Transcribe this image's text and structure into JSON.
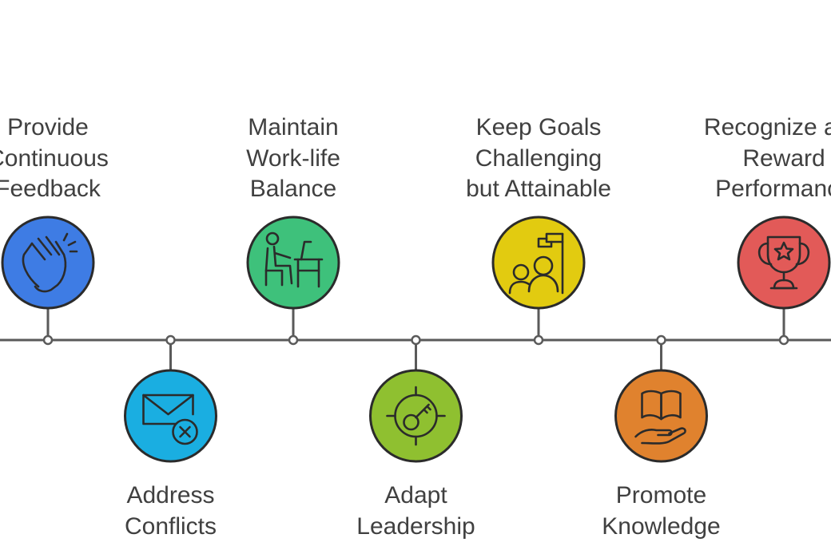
{
  "timeline": {
    "line_color": "#5a5a5a",
    "circle_stroke": "#2b2b2b",
    "milestones": [
      {
        "id": "provide-continuous-feedback",
        "lines": [
          "Provide",
          "Continuous",
          "Feedback"
        ],
        "color": "#3e7ce4",
        "icon": "clapping-hands-icon",
        "side": "top"
      },
      {
        "id": "address-conflicts",
        "lines": [
          "Address",
          "Conflicts"
        ],
        "color": "#1aaee1",
        "icon": "envelope-x-icon",
        "side": "bottom"
      },
      {
        "id": "maintain-work-life-balance",
        "lines": [
          "Maintain",
          "Work-life",
          "Balance"
        ],
        "color": "#3ec17b",
        "icon": "person-at-desk-icon",
        "side": "top"
      },
      {
        "id": "adapt-leadership",
        "lines": [
          "Adapt",
          "Leadership"
        ],
        "color": "#8fc030",
        "icon": "target-key-icon",
        "side": "bottom"
      },
      {
        "id": "keep-goals-challenging",
        "lines": [
          "Keep Goals",
          "Challenging",
          "but Attainable"
        ],
        "color": "#e2cb10",
        "icon": "team-flag-icon",
        "side": "top"
      },
      {
        "id": "promote-knowledge",
        "lines": [
          "Promote",
          "Knowledge"
        ],
        "color": "#e0822e",
        "icon": "book-in-hand-icon",
        "side": "bottom"
      },
      {
        "id": "recognize-reward-performance",
        "lines": [
          "Recognize and",
          "Reward",
          "Performance"
        ],
        "color": "#e25a58",
        "icon": "trophy-star-icon",
        "side": "top"
      }
    ]
  }
}
